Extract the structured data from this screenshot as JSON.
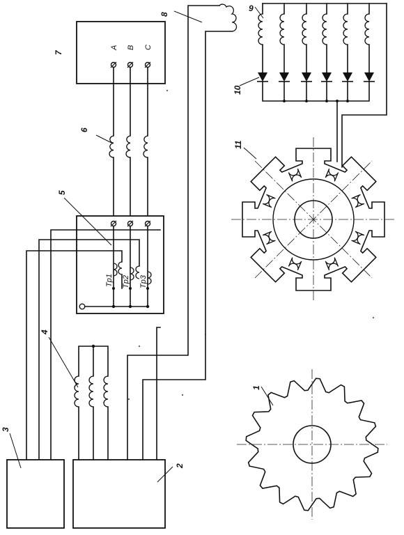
{
  "labels": {
    "n1": "1",
    "n2": "2",
    "n3": "3",
    "n4": "4",
    "n5": "5",
    "n6": "6",
    "n7": "7",
    "n8": "8",
    "n9": "9",
    "n10": "10",
    "n11": "11"
  },
  "terminals": {
    "a": "A",
    "b": "B",
    "c": "C"
  },
  "transformers": {
    "tp1": "Tp1",
    "tp2": "Tp2",
    "tp3": "Tp3"
  }
}
